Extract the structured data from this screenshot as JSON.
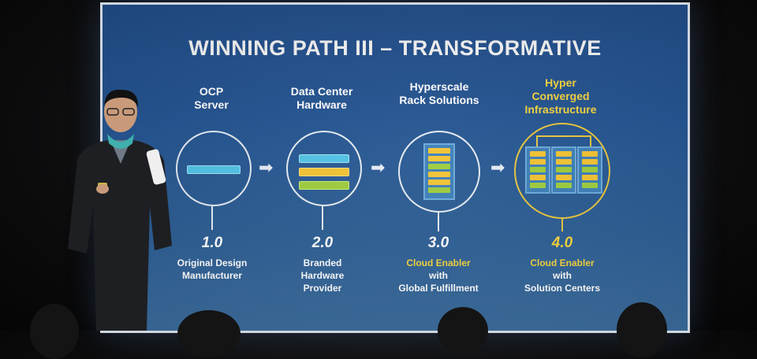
{
  "slide": {
    "title": "WINNING PATH III – TRANSFORMATIVE",
    "columns": [
      {
        "head": [
          "OCP",
          "Server"
        ],
        "version": "1.0",
        "desc_highlight": "",
        "desc": [
          "Original Design",
          "Manufacturer"
        ]
      },
      {
        "head": [
          "Data Center",
          "Hardware"
        ],
        "version": "2.0",
        "desc_highlight": "",
        "desc": [
          "Branded",
          "Hardware",
          "Provider"
        ]
      },
      {
        "head": [
          "Hyperscale",
          "Rack Solutions"
        ],
        "version": "3.0",
        "desc_highlight": "Cloud Enabler",
        "desc": [
          "with",
          "Global Fulfillment"
        ]
      },
      {
        "head": [
          "Hyper",
          "Converged",
          "Infrastructure"
        ],
        "version": "4.0",
        "desc_highlight": "Cloud Enabler",
        "desc": [
          "with",
          "Solution Centers"
        ]
      }
    ],
    "arrow_glyph": "➡"
  },
  "colors": {
    "slide_bg": "#20518f",
    "accent_yellow": "#f5d33a",
    "server_cyan": "#4fc3e6",
    "server_yellow": "#f2c230",
    "server_green": "#9ccc3a"
  }
}
